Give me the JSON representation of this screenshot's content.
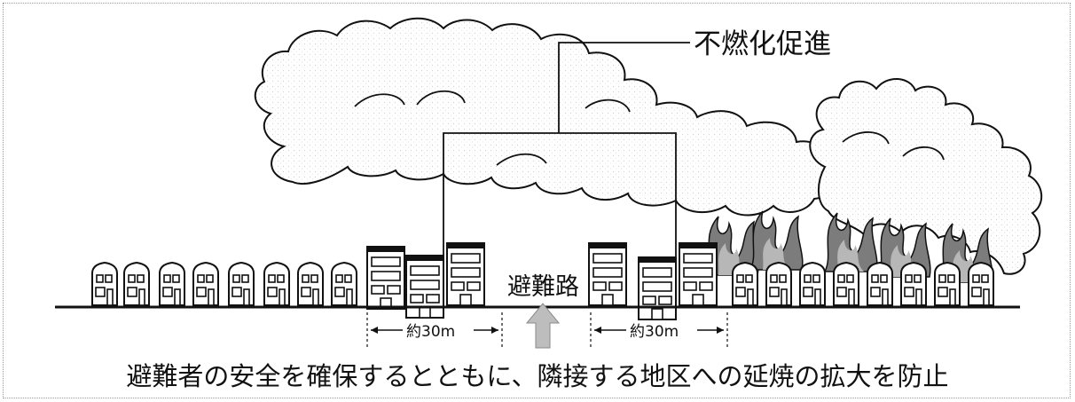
{
  "labels": {
    "fireproofing": "不燃化促進",
    "evacuation_route": "避難路",
    "left_width": "約30m",
    "right_width": "約30m"
  },
  "caption": "避難者の安全を確保するとともに、隣接する地区への延焼の拡大を防止",
  "colors": {
    "ink": "#111111",
    "smoke_fill": "#ffffff",
    "flame_fill": "#7c7c7c",
    "arrow_fill": "#bdbdbd"
  },
  "icons": {
    "house": "small-house-icon",
    "building": "fireproof-building-icon",
    "flame": "flame-icon",
    "arrow": "up-arrow-icon"
  }
}
